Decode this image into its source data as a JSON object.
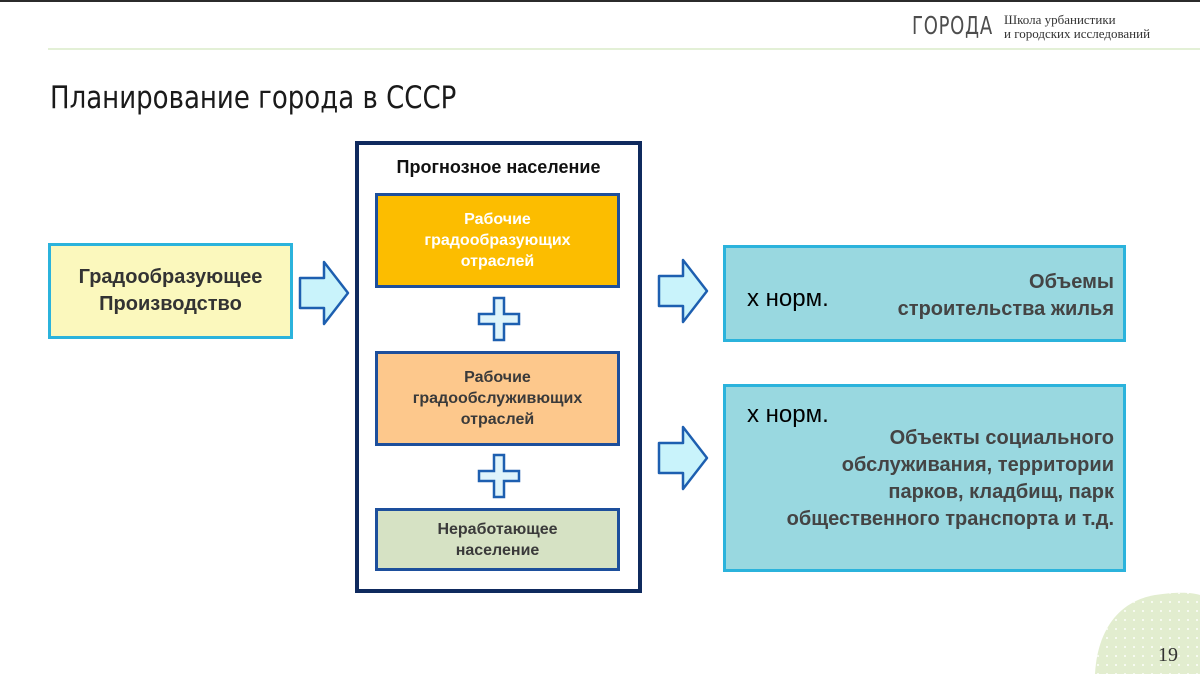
{
  "header": {
    "brand_name": "ГОРОДА",
    "brand_subtitle_line1": "Школа урбанистики",
    "brand_subtitle_line2": "и городских исследований"
  },
  "slide": {
    "title": "Планирование города в СССР",
    "page_number": "19"
  },
  "diagram": {
    "input_box": {
      "line1": "Градообразующее",
      "line2": "Производство"
    },
    "forecast_frame": {
      "title": "Прогнозное население",
      "blocks": [
        {
          "lines": [
            "Рабочие",
            "градообразующих",
            "отраслей"
          ],
          "fill": "#fcbd00"
        },
        {
          "lines": [
            "Рабочие",
            "градообслуживющих",
            "отраслей"
          ],
          "fill": "#fdc88c"
        },
        {
          "lines": [
            "Неработающее",
            "население"
          ],
          "fill": "#d6e2c4"
        }
      ]
    },
    "outputs": [
      {
        "multiplier": "х норм.",
        "lines": [
          "Объемы",
          "строительства жилья"
        ]
      },
      {
        "multiplier": "х норм.",
        "lines": [
          "Объекты социального",
          "обслуживания, территории",
          "парков, кладбищ, парк",
          "общественного транспорта и т.д."
        ]
      }
    ]
  },
  "colors": {
    "accent_cyan": "#2bb3dc",
    "dark_navy": "#0f2a5e",
    "block_border": "#1d4f9c",
    "output_fill": "#99d8e0",
    "input_fill": "#fbf8bd"
  }
}
